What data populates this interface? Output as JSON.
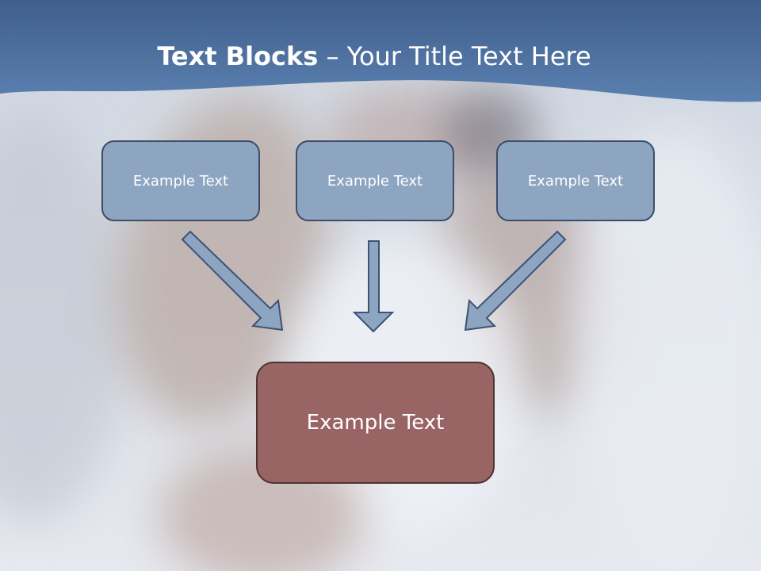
{
  "slide": {
    "title_bold": "Text Blocks",
    "title_separator": " – ",
    "title_rest": "Your Title Text Here"
  },
  "diagram": {
    "top_blocks": [
      {
        "label": "Example Text"
      },
      {
        "label": "Example Text"
      },
      {
        "label": "Example Text"
      }
    ],
    "bottom_block": {
      "label": "Example Text"
    }
  },
  "colors": {
    "header": "#4a6fa0",
    "top_block_fill": "#8ea5c2",
    "top_block_border": "#3d4d68",
    "bottom_block_fill": "#996464",
    "bottom_block_border": "#4e3232",
    "arrow_fill": "#8ea5c2",
    "arrow_stroke": "#3d5275"
  }
}
